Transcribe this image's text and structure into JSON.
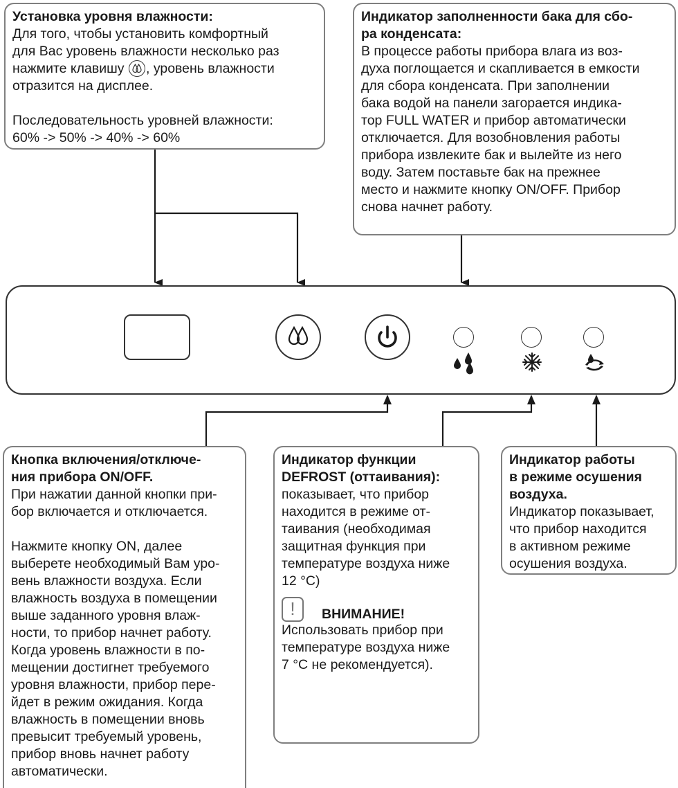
{
  "humidity_box": {
    "title": "Установка уровня влажности:",
    "line1": "Для того, чтобы установить комфортный",
    "line2": "для Вас уровень влажности несколько раз",
    "line3_a": "нажмите клавишу",
    "line3_b": ", уровень влажности",
    "line4": "отразится на дисплее.",
    "line5": "Последовательность уровней влажности:",
    "line6": "60% -> 50% -> 40% -> 60%"
  },
  "tank_box": {
    "title1": "Индикатор заполненности бака для сбо-",
    "title2": "ра конденсата:",
    "lines": [
      "В процессе работы прибора влага из воз-",
      "духа поглощается и скапливается в емкости",
      "для сбора конденсата. При заполнении",
      "бака водой на панели загорается индика-",
      "тор FULL WATER и прибор автоматически",
      "отключается. Для возобновления работы",
      "прибора извлеките бак и вылейте из него",
      "воду. Затем поставьте бак на прежнее",
      "место и нажмите кнопку ON/OFF. Прибор",
      "снова начнет работу."
    ]
  },
  "power_box": {
    "title1": "Кнопка включения/отключе-",
    "title2": "ния прибора ON/OFF.",
    "para1": [
      "При нажатии данной кнопки при-",
      "бор включается и отключается."
    ],
    "para2": [
      "Нажмите кнопку ON, далее",
      "выберете необходимый Вам уро-",
      "вень влажности воздуха. Если",
      "влажность воздуха в помещении",
      "выше заданного уровня влаж-",
      "ности, то прибор начнет работу.",
      "Когда уровень влажности в по-",
      "мещении достигнет требуемого",
      "уровня влажности, прибор пере-",
      "йдет в режим ожидания. Когда",
      "влажность в помещении вновь",
      "превысит требуемый уровень,",
      "прибор вновь начнет работу",
      "автоматически."
    ]
  },
  "defrost_box": {
    "title1": "Индикатор функции",
    "title2": "DEFROST (оттаивания):",
    "lines": [
      "показывает, что прибор",
      "находится в режиме от-",
      "таивания (необходимая",
      "защитная функция при",
      "температуре воздуха ниже",
      "12 °C)"
    ],
    "warning_title": "ВНИМАНИЕ!",
    "warning_lines": [
      "Использовать прибор при",
      "температуре воздуха ниже",
      "7 °C не рекомендуется)."
    ]
  },
  "dry_box": {
    "title1": "Индикатор работы",
    "title2": "в режиме осушения",
    "title3": "воздуха.",
    "lines": [
      "Индикатор показывает,",
      "что прибор находится",
      "в активном режиме",
      "осушения воздуха."
    ]
  },
  "icons": {
    "humidity": "double-drop-icon",
    "power": "power-icon",
    "full_water": "water-drops-icon",
    "defrost": "snowflake-icon",
    "dry_mode": "dehumidify-fan-icon",
    "warning": "exclamation-icon"
  }
}
